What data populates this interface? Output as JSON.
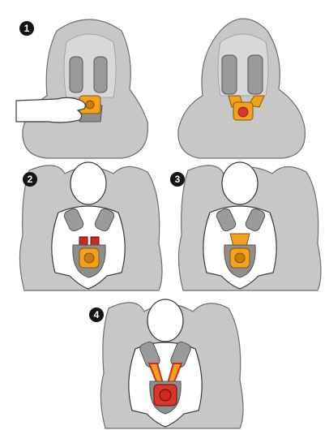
{
  "steps": [
    {
      "number": "1"
    },
    {
      "number": "2"
    },
    {
      "number": "3"
    },
    {
      "number": "4"
    }
  ],
  "colors": {
    "seat_fill": "#bfbfbf",
    "seat_light": "#d6d6d6",
    "seat_outline": "#6f6f6f",
    "strap_gray": "#8e8e8e",
    "buckle_orange": "#f0a21e",
    "buckle_dark": "#c97d0a",
    "release_red": "#d9352b",
    "strap_red": "#cc2b1e",
    "body_fill": "#ffffff",
    "line": "#3a3a3a"
  },
  "icons": {
    "hand": "hand-icon",
    "buckle": "buckle-icon",
    "child": "child-figure-icon"
  }
}
